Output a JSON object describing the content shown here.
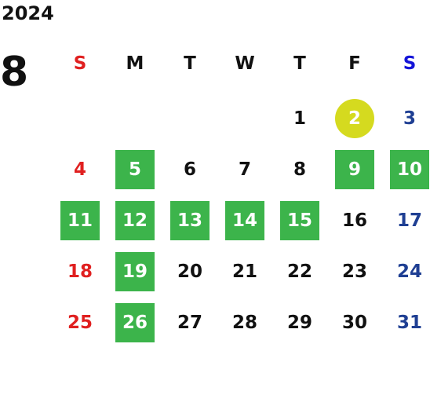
{
  "calendar": {
    "year": "2024",
    "month": "8",
    "weekdays": [
      "S",
      "M",
      "T",
      "W",
      "T",
      "F",
      "S"
    ],
    "days": [
      "1",
      "2",
      "3",
      "4",
      "5",
      "6",
      "7",
      "8",
      "9",
      "10",
      "11",
      "12",
      "13",
      "14",
      "15",
      "16",
      "17",
      "18",
      "19",
      "20",
      "21",
      "22",
      "23",
      "24",
      "25",
      "26",
      "27",
      "28",
      "29",
      "30",
      "31"
    ]
  },
  "colors": {
    "sunday": "#e02020",
    "saturday": "#1f3f93",
    "saturday_header": "#1414d8",
    "highlight_green": "#3cb44b",
    "today_circle": "#d5da1f"
  }
}
